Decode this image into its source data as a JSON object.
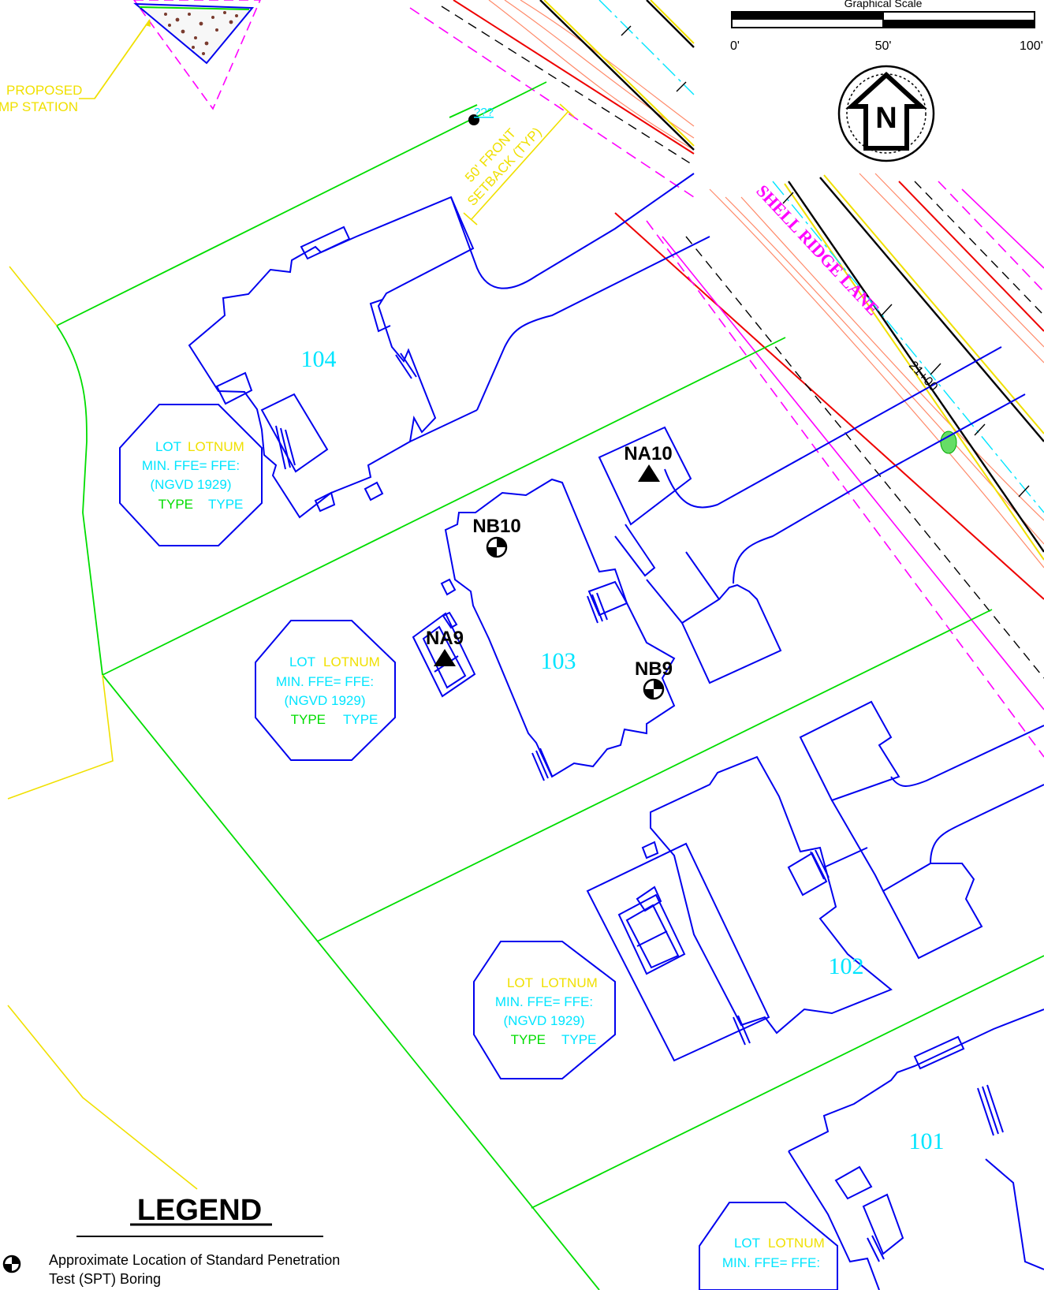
{
  "scale": {
    "title": "Graphical Scale",
    "ticks": [
      "0'",
      "50'",
      "100'"
    ]
  },
  "north_arrow": {
    "letter": "N"
  },
  "street": {
    "name": "SHELL RIDGE LANE",
    "station": "21+00"
  },
  "annotations": {
    "proposed_line1": "PROPOSED",
    "proposed_line2": "MP STATION",
    "setback_line1": "50' FRONT",
    "setback_line2": "SETBACK (TYP)",
    "unknown_marker": "???"
  },
  "lots": [
    {
      "number": "104"
    },
    {
      "number": "103"
    },
    {
      "number": "102"
    },
    {
      "number": "101"
    }
  ],
  "lot_tag": {
    "lot": "LOT",
    "lotnum": "LOTNUM",
    "ffe_line": "MIN. FFE= FFE:",
    "datum": "(NGVD 1929)",
    "type1": "TYPE",
    "type2": "TYPE"
  },
  "borings": [
    {
      "id": "NA10",
      "kind": "triangle"
    },
    {
      "id": "NB10",
      "kind": "spt"
    },
    {
      "id": "NA9",
      "kind": "triangle"
    },
    {
      "id": "NB9",
      "kind": "spt"
    }
  ],
  "legend": {
    "title": "LEGEND",
    "spt_line1": "Approximate Location of Standard Penetration",
    "spt_line2": "Test (SPT) Boring"
  },
  "colors": {
    "building": "#0000ee",
    "lot_line": "#00dd00",
    "label_cyan": "#00e5ff",
    "yellow": "#f0e000",
    "magenta": "#ff00ff",
    "red": "#ee0000",
    "salmon": "#ff8a6a"
  }
}
